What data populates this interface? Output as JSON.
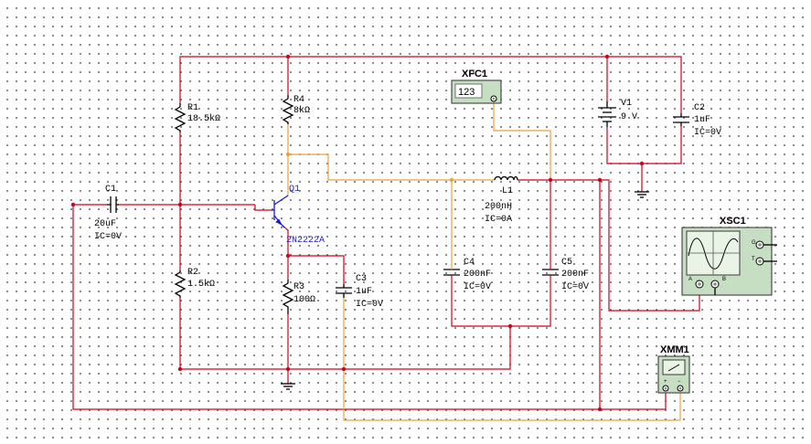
{
  "components": {
    "R1": {
      "name": "R1",
      "value": "18.5kΩ"
    },
    "R2": {
      "name": "R2",
      "value": "1.5kΩ"
    },
    "R3": {
      "name": "R3",
      "value": "100Ω"
    },
    "R4": {
      "name": "R4",
      "value": "8kΩ"
    },
    "C1": {
      "name": "C1",
      "value": "20uF",
      "ic": "IC=0V"
    },
    "C2": {
      "name": "C2",
      "value": "1uF",
      "ic": "IC=0V"
    },
    "C3": {
      "name": "C3",
      "value": "1uF",
      "ic": "IC=0V"
    },
    "C4": {
      "name": "C4",
      "value": "200nF",
      "ic": "IC=0V"
    },
    "C5": {
      "name": "C5",
      "value": "200nF",
      "ic": "IC=0V"
    },
    "L1": {
      "name": "L1",
      "value": "200nH",
      "ic": "IC=0A"
    },
    "Q1": {
      "name": "Q1",
      "model": "2N2222A"
    },
    "V1": {
      "name": "V1",
      "value": "9 V"
    }
  },
  "instruments": {
    "XFC1": {
      "title": "XFC1",
      "display": "123"
    },
    "XSC1": {
      "title": "XSC1",
      "terminals": {
        "g": "G",
        "t": "T",
        "a": "A",
        "b": "B"
      }
    },
    "XMM1": {
      "title": "XMM1",
      "terminals": {
        "plus": "+",
        "minus": "−"
      }
    }
  },
  "colors": {
    "wire_main": "#d0021b",
    "wire_signal": "#e8a33d",
    "transistor": "#1d1dcc",
    "instrument_body": "#c6dfc2",
    "grid_dot": "#6e6e6e"
  }
}
